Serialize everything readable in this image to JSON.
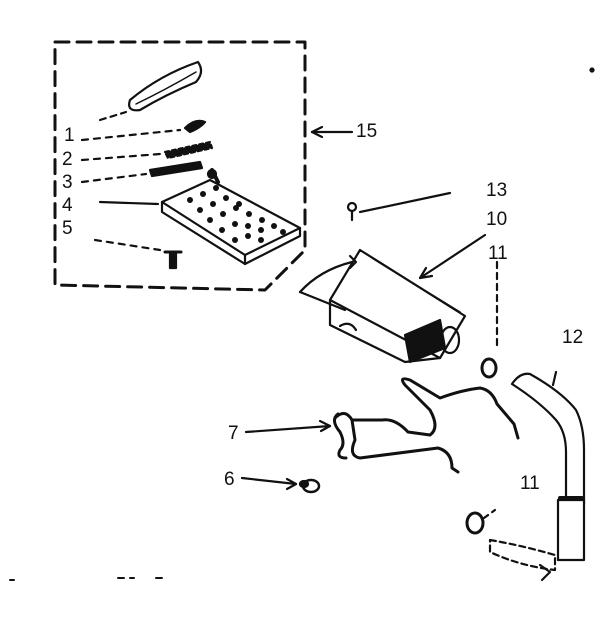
{
  "diagram": {
    "callouts": [
      {
        "id": "1",
        "text": "1"
      },
      {
        "id": "2",
        "text": "2"
      },
      {
        "id": "3",
        "text": "3"
      },
      {
        "id": "4",
        "text": "4"
      },
      {
        "id": "5",
        "text": "5"
      },
      {
        "id": "6",
        "text": "6"
      },
      {
        "id": "7",
        "text": "7"
      },
      {
        "id": "10",
        "text": "10"
      },
      {
        "id": "11a",
        "text": "11"
      },
      {
        "id": "11b",
        "text": "11"
      },
      {
        "id": "12",
        "text": "12"
      },
      {
        "id": "13",
        "text": "13"
      },
      {
        "id": "15",
        "text": "15"
      }
    ]
  },
  "colors": {
    "ink": "#111111",
    "background": "#ffffff"
  }
}
